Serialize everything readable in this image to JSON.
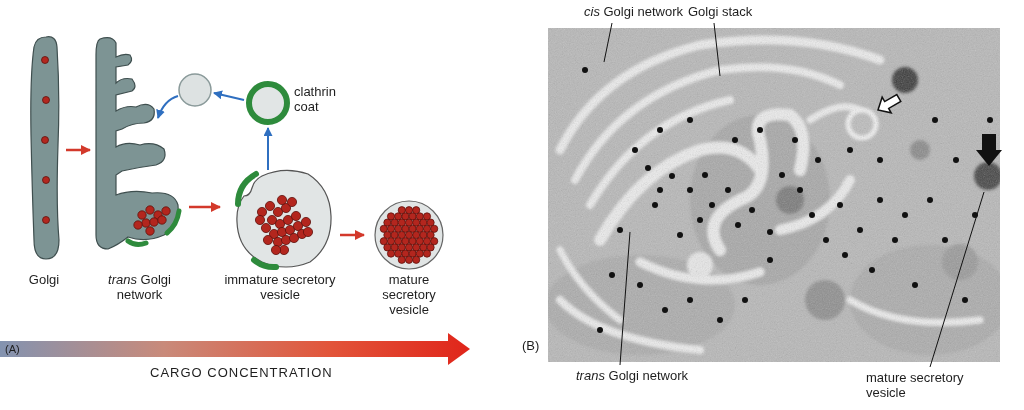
{
  "diagram": {
    "nodes": [
      {
        "text": [
          "Golgi"
        ]
      },
      {
        "text": [
          "trans Golgi network"
        ]
      },
      {
        "text": [
          "immature secretory vesicle"
        ]
      },
      {
        "text": [
          "mature secretory vesicle"
        ]
      }
    ],
    "edges": [
      {
        "from": 0,
        "to": 1,
        "arrow": "to"
      },
      {
        "from": 1,
        "to": 2,
        "arrow": "to"
      },
      {
        "from": 2,
        "to": 3,
        "arrow": "to"
      }
    ],
    "labels": [
      "clathrin coat",
      "(A)",
      "CARGO CONCENTRATION",
      "cis Golgi network",
      "Golgi stack",
      "(B)",
      "trans Golgi network",
      "mature secretory vesicle"
    ]
  }
}
